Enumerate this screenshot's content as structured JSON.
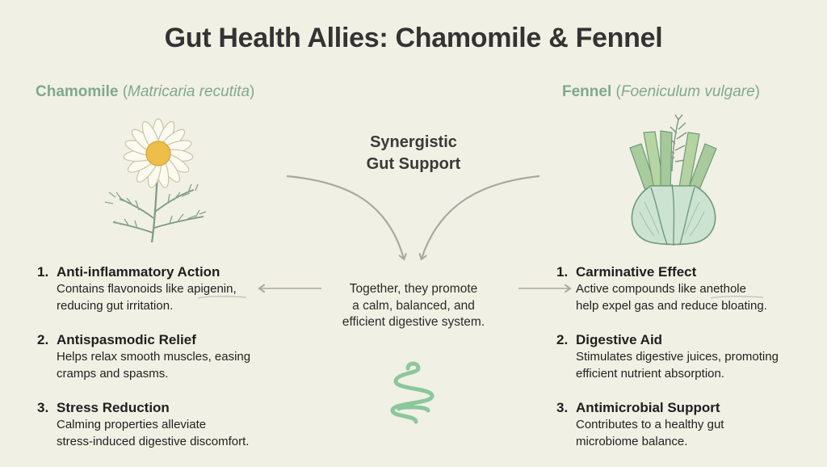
{
  "title": "Gut Health Allies: Chamomile & Fennel",
  "chamomile": {
    "name": "Chamomile",
    "latin": "Matricaria recutita",
    "benefits": [
      {
        "number": "1.",
        "title": "Anti-inflammatory Action",
        "desc_lines": [
          "Contains flavonoids like apigenin,",
          "reducing gut irritation."
        ]
      },
      {
        "number": "2.",
        "title": "Antispasmodic Relief",
        "desc_lines": [
          "Helps relax smooth muscles, easing",
          "cramps and spasms."
        ]
      },
      {
        "number": "3.",
        "title": "Stress Reduction",
        "desc_lines": [
          "Calming properties alleviate",
          "stress-induced digestive discomfort."
        ]
      }
    ]
  },
  "fennel": {
    "name": "Fennel",
    "latin": "Foeniculum vulgare",
    "benefits": [
      {
        "number": "1.",
        "title": "Carminative Effect",
        "desc_lines": [
          "Active compounds like anethole",
          "help expel gas and reduce bloating."
        ]
      },
      {
        "number": "2.",
        "title": "Digestive Aid",
        "desc_lines": [
          "Stimulates digestive juices, promoting",
          "efficient nutrient absorption."
        ]
      },
      {
        "number": "3.",
        "title": "Antimicrobial Support",
        "desc_lines": [
          "Contributes to a healthy gut",
          "microbiome balance."
        ]
      }
    ]
  },
  "center": {
    "label_lines": [
      "Synergistic",
      "Gut Support"
    ],
    "text_lines": [
      "Together, they promote",
      "a calm, balanced, and",
      "efficient digestive system."
    ]
  },
  "colors": {
    "background": "#f1f0e4",
    "accent_green": "#7fa98e",
    "arrow_gray": "#a9a9a3"
  },
  "icons": {
    "chamomile": "chamomile-flower-icon",
    "fennel": "fennel-bulb-icon",
    "center": "intestine-icon"
  }
}
